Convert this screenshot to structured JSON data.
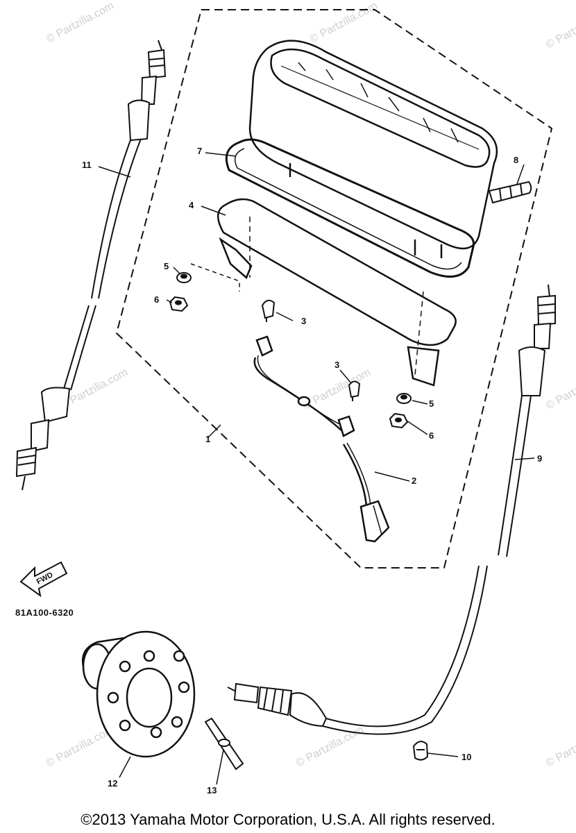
{
  "diagram": {
    "part_code": "81A100-6320",
    "fwd_label": "FWD",
    "callouts": [
      {
        "id": "1",
        "label": "1"
      },
      {
        "id": "2",
        "label": "2"
      },
      {
        "id": "3a",
        "label": "3"
      },
      {
        "id": "3b",
        "label": "3"
      },
      {
        "id": "4",
        "label": "4"
      },
      {
        "id": "5a",
        "label": "5"
      },
      {
        "id": "5b",
        "label": "5"
      },
      {
        "id": "6a",
        "label": "6"
      },
      {
        "id": "6b",
        "label": "6"
      },
      {
        "id": "7",
        "label": "7"
      },
      {
        "id": "8",
        "label": "8"
      },
      {
        "id": "9",
        "label": "9"
      },
      {
        "id": "10",
        "label": "10"
      },
      {
        "id": "11",
        "label": "11"
      },
      {
        "id": "12",
        "label": "12"
      },
      {
        "id": "13",
        "label": "13"
      }
    ]
  },
  "watermark": {
    "text": "© Partzilla.com"
  },
  "footer": {
    "copyright": "©2013  Yamaha Motor Corporation, U.S.A. All rights reserved."
  }
}
